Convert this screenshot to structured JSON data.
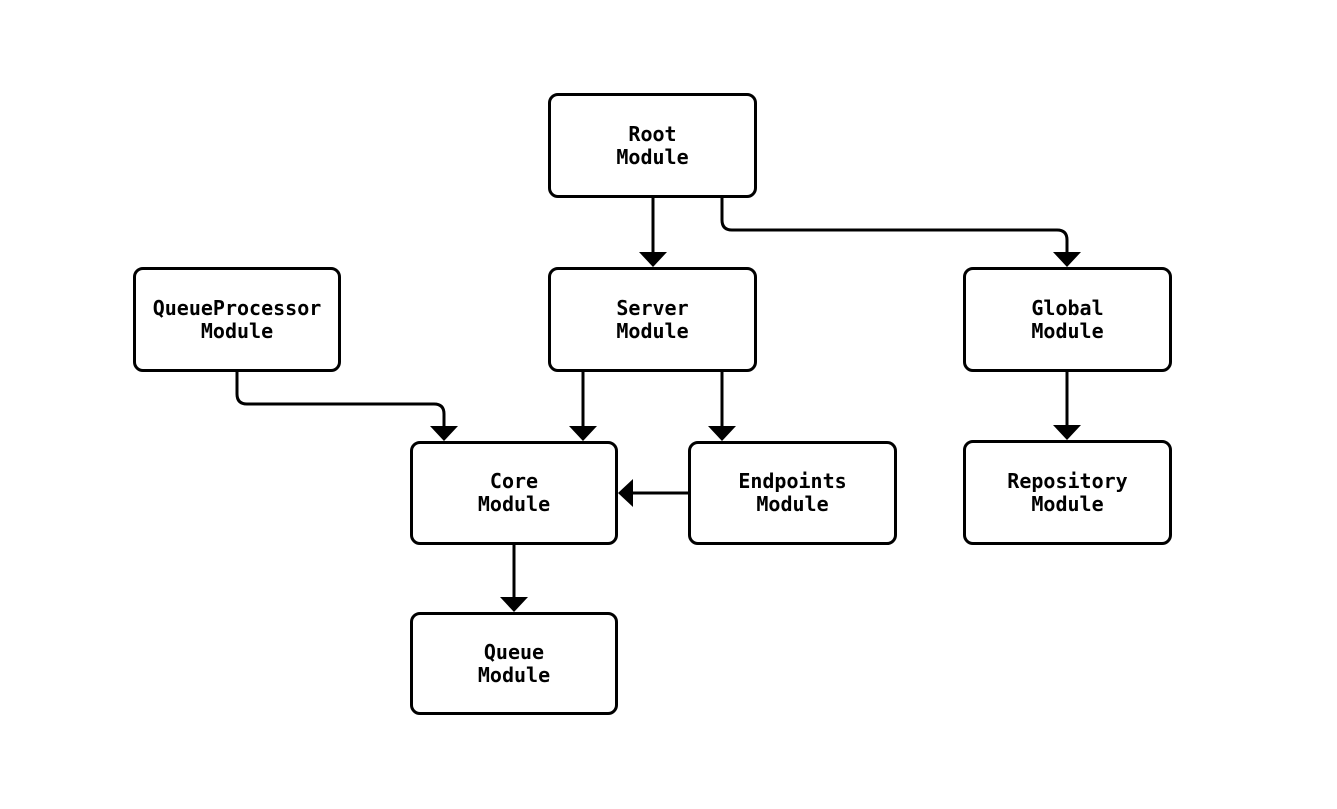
{
  "diagram": {
    "type": "flowchart",
    "direction": "top-down",
    "background_color": "#ffffff",
    "node_fill_color": "#ffffff",
    "node_border_color": "#000000",
    "edge_color": "#000000",
    "text_color": "#000000",
    "nodes": [
      {
        "id": "root",
        "line1": "Root",
        "line2": "Module"
      },
      {
        "id": "queueprocessor",
        "line1": "QueueProcessor",
        "line2": "Module"
      },
      {
        "id": "server",
        "line1": "Server",
        "line2": "Module"
      },
      {
        "id": "global",
        "line1": "Global",
        "line2": "Module"
      },
      {
        "id": "core",
        "line1": "Core",
        "line2": "Module"
      },
      {
        "id": "endpoints",
        "line1": "Endpoints",
        "line2": "Module"
      },
      {
        "id": "repository",
        "line1": "Repository",
        "line2": "Module"
      },
      {
        "id": "queue",
        "line1": "Queue",
        "line2": "Module"
      }
    ],
    "edges": [
      {
        "from": "Root Module",
        "to": "Server Module"
      },
      {
        "from": "Root Module",
        "to": "Global Module"
      },
      {
        "from": "QueueProcessor Module",
        "to": "Core Module"
      },
      {
        "from": "Server Module",
        "to": "Core Module"
      },
      {
        "from": "Server Module",
        "to": "Endpoints Module"
      },
      {
        "from": "Endpoints Module",
        "to": "Core Module"
      },
      {
        "from": "Global Module",
        "to": "Repository Module"
      },
      {
        "from": "Core Module",
        "to": "Queue Module"
      }
    ]
  }
}
